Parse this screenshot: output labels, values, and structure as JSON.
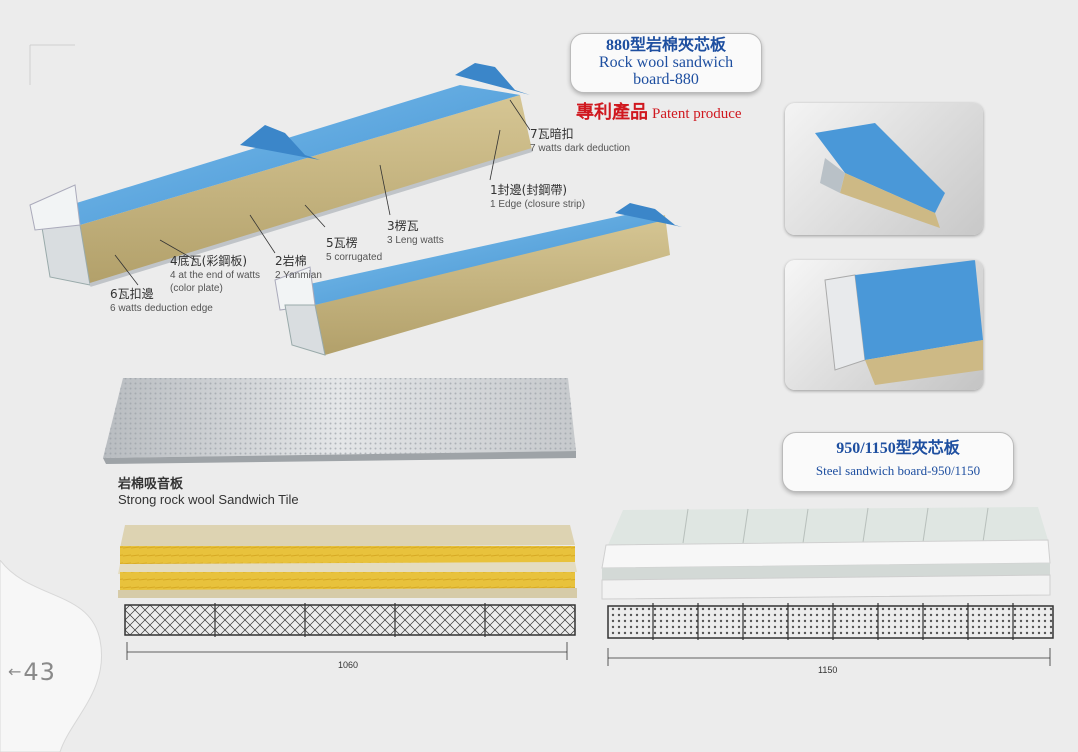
{
  "page": {
    "number": "43",
    "arrow": "←"
  },
  "board880": {
    "title_cn": "880型岩棉夾芯板",
    "title_en_1": "Rock wool sandwich",
    "title_en_2": "board-880"
  },
  "patent": {
    "cn": "專利產品",
    "en": "Patent produce"
  },
  "labels": [
    {
      "cn": "7瓦暗扣",
      "en": "7 watts dark deduction"
    },
    {
      "cn": "1封邊(封鋼帶)",
      "en": "1 Edge (closure strip)"
    },
    {
      "cn": "3楞瓦",
      "en": "3 Leng watts"
    },
    {
      "cn": "5瓦楞",
      "en": "5 corrugated"
    },
    {
      "cn": "2岩棉",
      "en": "2 Yanmian"
    },
    {
      "cn": "4底瓦(彩鋼板)",
      "en": "4 at the end of watts",
      "en2": "(color plate)"
    },
    {
      "cn": "6瓦扣邊",
      "en": "6 watts deduction edge"
    }
  ],
  "tile": {
    "cn": "岩棉吸音板",
    "en": "Strong rock wool Sandwich Tile"
  },
  "board950": {
    "title_cn": "950/1150型夾芯板",
    "title_en": "Steel sandwich board-950/1150"
  },
  "dimensions": {
    "left": "1060",
    "right": "1150"
  },
  "colors": {
    "title_blue": "#1e4fa0",
    "patent_red": "#d0181f",
    "panel_blue": "#58a6e0",
    "rockwool": "#cbb984"
  }
}
